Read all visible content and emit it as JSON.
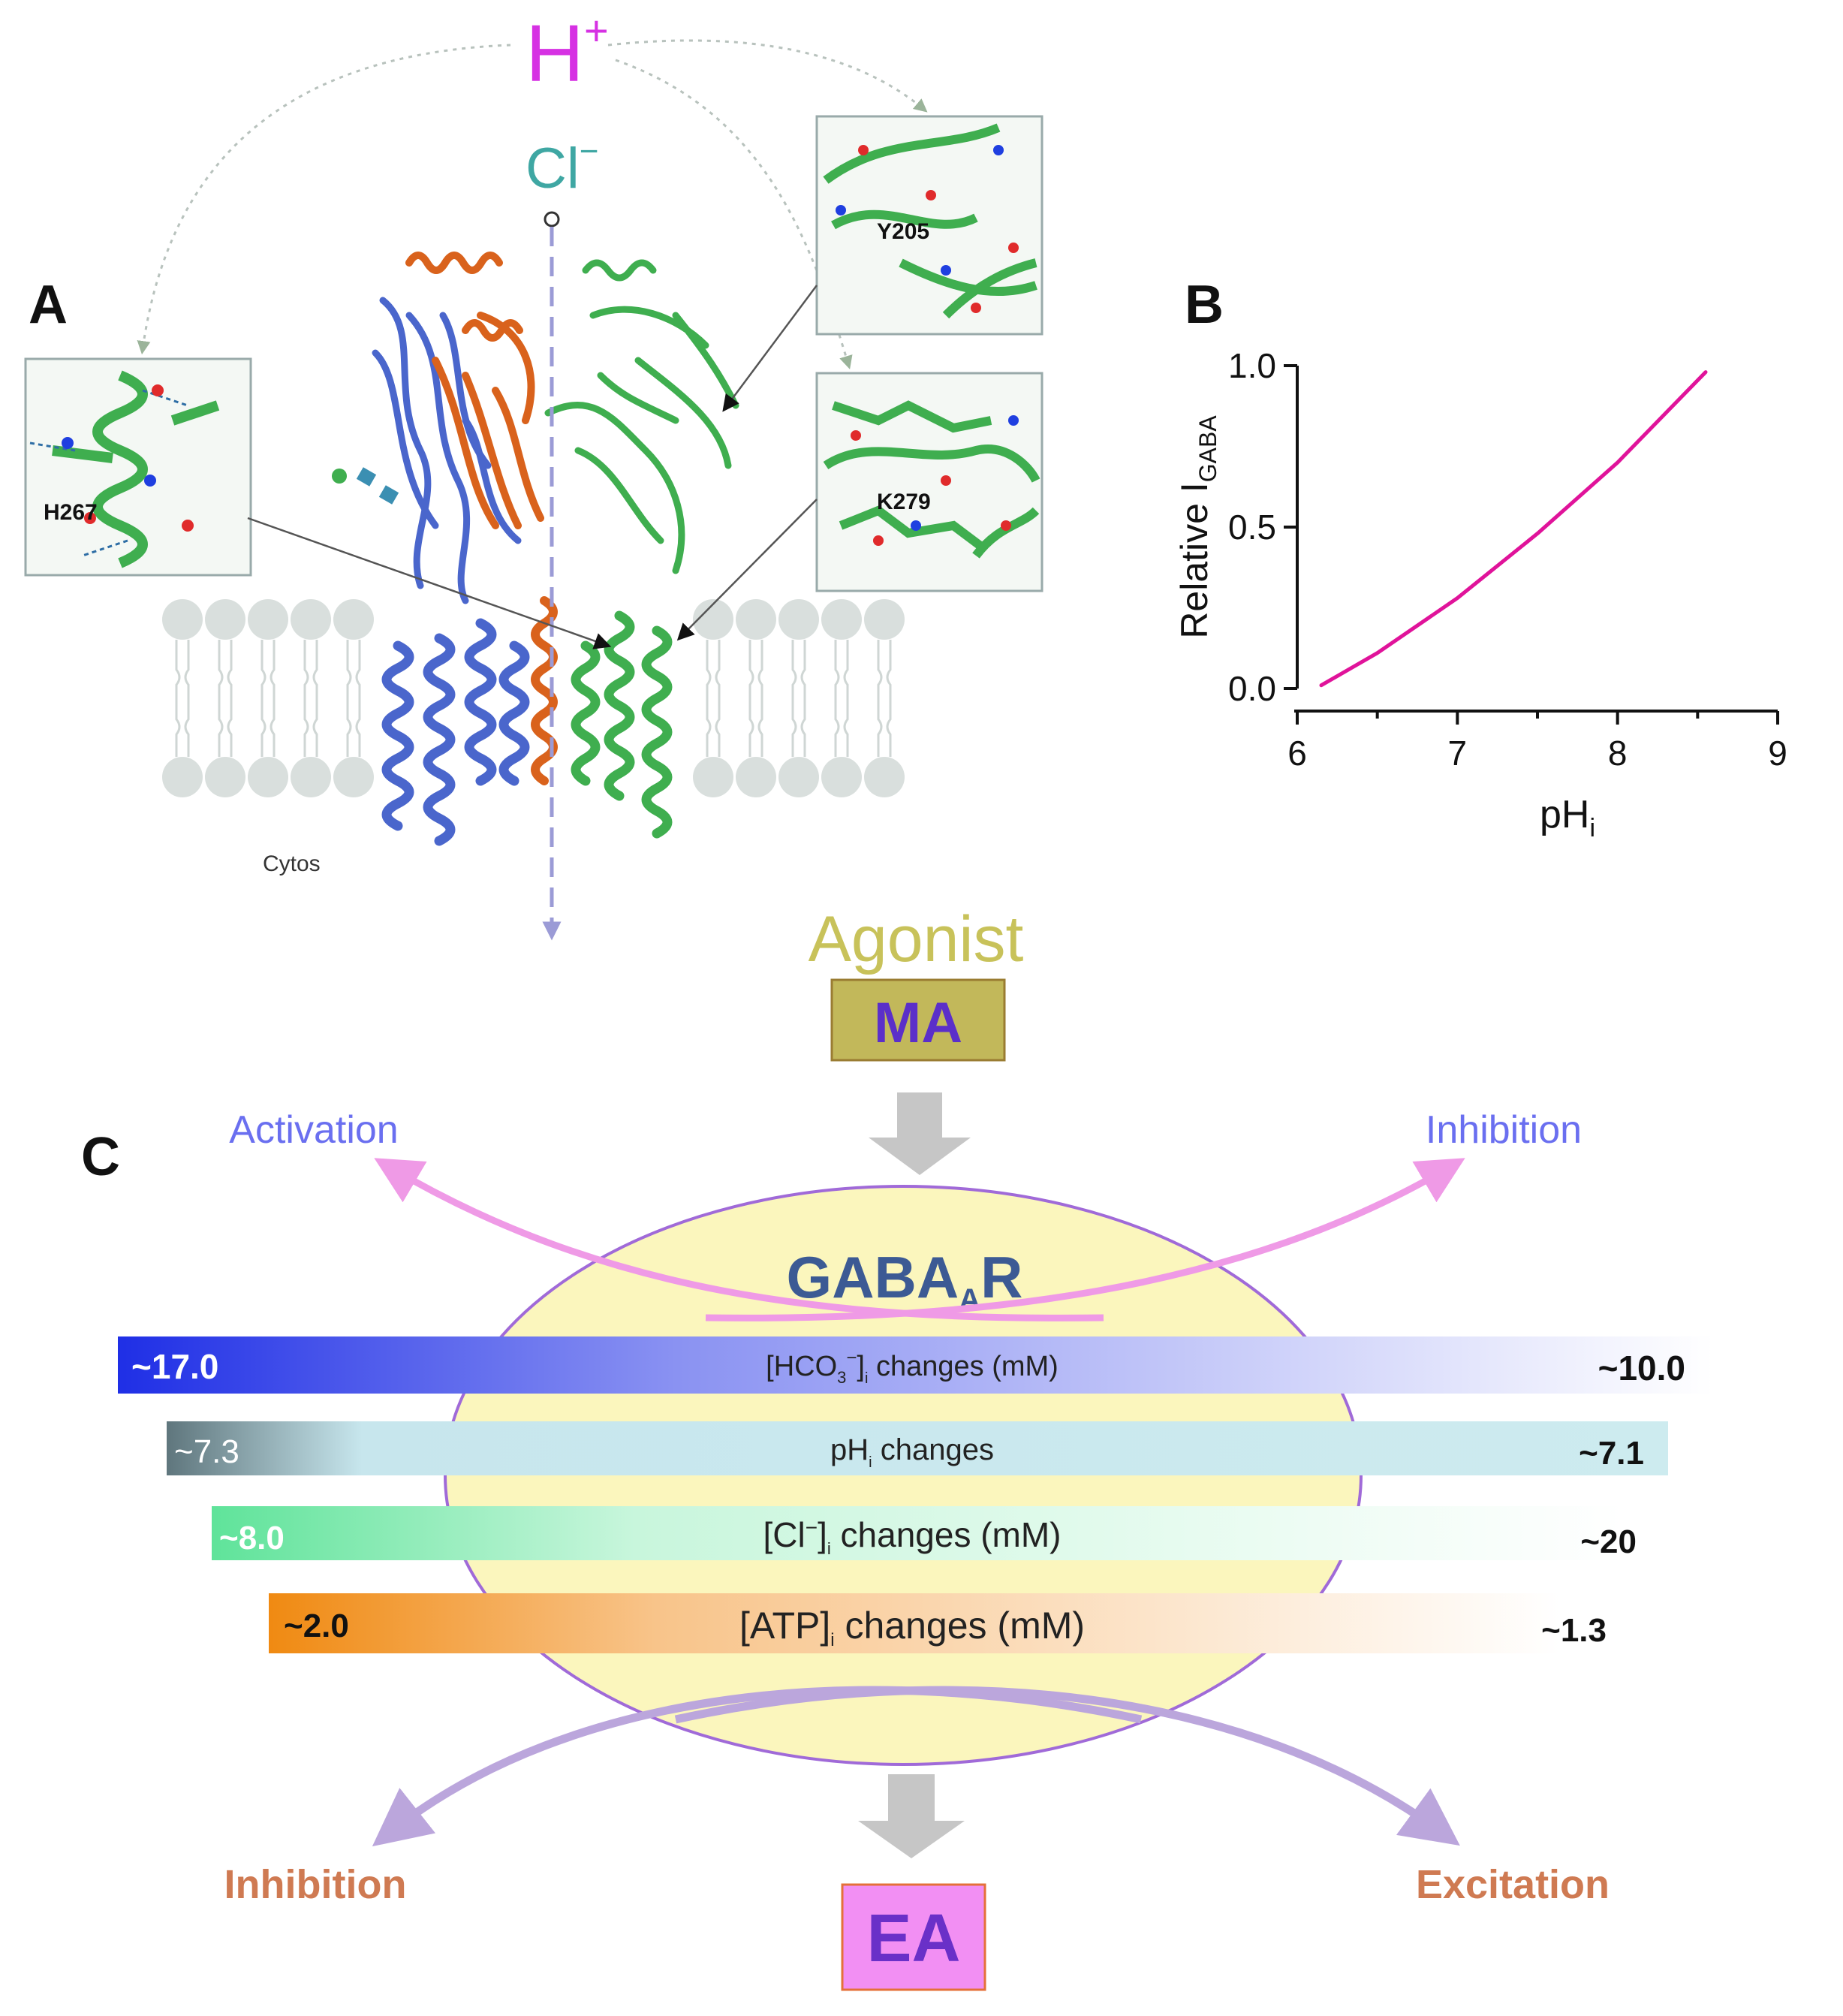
{
  "panelA": {
    "letter": "A",
    "proton": "H",
    "proton_charge": "+",
    "chloride": "Cl",
    "chloride_charge": "−",
    "residues": [
      "H267",
      "Y205",
      "K279"
    ],
    "cytosol_label": "Cytos"
  },
  "panelB": {
    "letter": "B"
  },
  "panelC": {
    "letter": "C",
    "agonist_label": "Agonist",
    "agonist_box": "MA",
    "receptor": "GABA",
    "receptor_sub": "A",
    "receptor_suffix": "R",
    "top_left": "Activation",
    "top_right": "Inhibition",
    "bottom_left": "Inhibition",
    "bottom_right": "Excitation",
    "output_box": "EA",
    "bars": [
      {
        "left_value": "~17.0",
        "label_pre": "[HCO",
        "label_sub1": "3",
        "label_sup": "−",
        "label_mid": "]",
        "label_sub2": "i",
        "label_post": " changes (mM)",
        "right_value": "~10.0",
        "color": "#1f2fe6"
      },
      {
        "left_value": "~7.3",
        "label_pre": "pH",
        "label_sub1": "",
        "label_sup": "",
        "label_mid": "",
        "label_sub2": "i",
        "label_post": " changes",
        "right_value": "~7.1",
        "color": "#5f767d"
      },
      {
        "left_value": "~8.0",
        "label_pre": "[Cl",
        "label_sub1": "",
        "label_sup": "−",
        "label_mid": "]",
        "label_sub2": "i",
        "label_post": " changes (mM)",
        "right_value": "~20",
        "color": "#5fe39a"
      },
      {
        "left_value": "~2.0",
        "label_pre": "[ATP]",
        "label_sub1": "",
        "label_sup": "",
        "label_mid": "",
        "label_sub2": "i",
        "label_post": " changes (mM)",
        "right_value": "~1.3",
        "color": "#f08a12"
      }
    ]
  },
  "chart_data": {
    "type": "line",
    "xlabel": "pH",
    "xlabel_sub": "i",
    "ylabel": "Relative I",
    "ylabel_sub": "GABA",
    "xlim": [
      6,
      9
    ],
    "ylim": [
      0,
      1
    ],
    "xticks": [
      "6",
      "7",
      "8",
      "9"
    ],
    "yticks": [
      "0.0",
      "0.5",
      "1.0"
    ],
    "grid": false,
    "series": [
      {
        "color": "#e0139a",
        "x": [
          6.15,
          6.5,
          7.0,
          7.5,
          8.0,
          8.55
        ],
        "y": [
          0.01,
          0.11,
          0.28,
          0.48,
          0.7,
          0.98
        ]
      }
    ]
  },
  "colors": {
    "proton": "#d631e3",
    "chloride": "#3fa7a3",
    "agonist_text": "#c8c25a",
    "ma_box": "#c2b85a",
    "ma_text": "#5b2fc9",
    "receptor_text": "#3c5a94",
    "ellipse_fill": "#fbf6bd",
    "ellipse_stroke": "#a06ad8",
    "top_label": "#6a6ff0",
    "bottom_label": "#cf7a52",
    "ea_box": "#f28ff3",
    "ea_text": "#6a30c8",
    "membrane": "#d5dcda",
    "helix_blue": "#4a66cc",
    "helix_orange": "#d9621c",
    "helix_green": "#3fae4f"
  },
  "icons": [
    "pore-arrow",
    "membrane-bilayer",
    "receptor-structure",
    "residue-inset",
    "pink-curve-arrow",
    "violet-curve-arrow",
    "gray-block-arrow"
  ]
}
